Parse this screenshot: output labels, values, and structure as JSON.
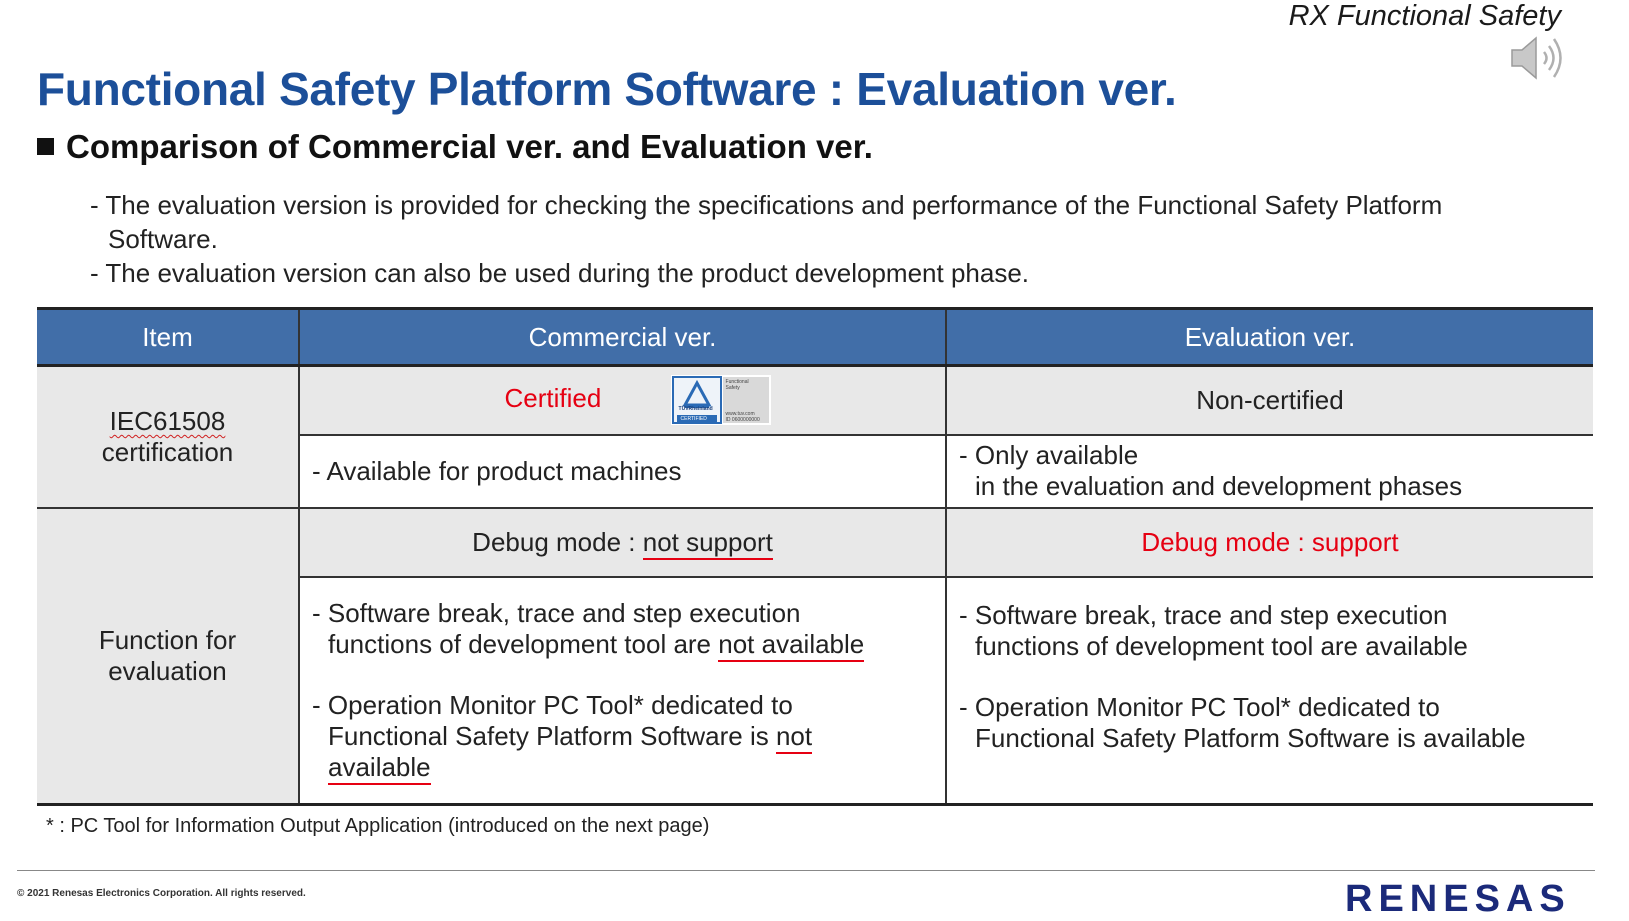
{
  "header": {
    "brand": "RX Functional Safety",
    "title": "Functional Safety Platform Software : Evaluation ver.",
    "subtitle": "Comparison of Commercial ver. and Evaluation ver."
  },
  "bullets": [
    {
      "line1": "- The evaluation version is provided for checking the specifications and performance of the Functional Safety Platform",
      "line2": "Software."
    },
    {
      "line1": "- The evaluation version can also be used during the product development phase."
    }
  ],
  "table": {
    "headers": {
      "item": "Item",
      "commercial": "Commercial ver.",
      "evaluation": "Evaluation ver."
    },
    "iec": {
      "label_a": "IEC61508",
      "label_b": "certification",
      "commercial_status": "Certified",
      "evaluation_status": "Non-certified",
      "commercial_note": "- Available for product machines",
      "evaluation_note_a": "- Only available",
      "evaluation_note_b": "in the evaluation and development phases"
    },
    "badge": {
      "brand": "TÜVRheinland",
      "tag": "CERTIFIED",
      "line1": "Functional",
      "line2": "Safety",
      "url": "www.tuv.com",
      "id": "ID 0600000000"
    },
    "function": {
      "label_a": "Function for",
      "label_b": "evaluation",
      "commercial_debug_a": "Debug mode : ",
      "commercial_debug_b": "not support",
      "evaluation_debug": "Debug mode : support",
      "commercial_sw_a": "- Software break, trace and step execution",
      "commercial_sw_b": "functions of development tool are ",
      "commercial_sw_c": "not available",
      "commercial_op_a": "- Operation Monitor PC Tool* dedicated to",
      "commercial_op_b": "Functional Safety Platform Software is ",
      "commercial_op_c": "not",
      "commercial_op_d": "available",
      "evaluation_sw_a": "- Software break, trace and step execution",
      "evaluation_sw_b": "functions of development tool are available",
      "evaluation_op_a": "- Operation Monitor PC Tool* dedicated to",
      "evaluation_op_b": "Functional Safety Platform Software is available"
    }
  },
  "footnote": "* : PC Tool for Information Output Application (introduced on the next page)",
  "footer": {
    "copyright": "© 2021 Renesas Electronics Corporation. All rights reserved.",
    "logo": "RENESAS"
  },
  "colors": {
    "title": "#1c4f99",
    "header_bg": "#416ea8",
    "accent_red": "#e60012",
    "grey_row": "#e8e8e8"
  },
  "icons": {
    "speaker": "speaker-icon",
    "badge": "tuv-certification-badge"
  }
}
